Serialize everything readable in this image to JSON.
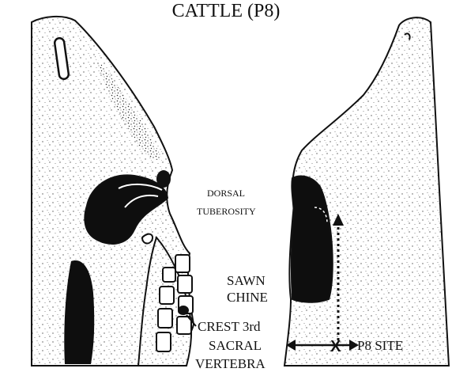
{
  "title": "CATTLE (P8)",
  "labels": {
    "dorsal_tuberosity_line1": "DORSAL",
    "dorsal_tuberosity_line2": "TUBEROSITY",
    "sawn_chine_line1": "SAWN",
    "sawn_chine_line2": "CHINE",
    "crest_line1": "CREST 3rd",
    "crest_line2": "SACRAL",
    "crest_line3": "VERTEBRA",
    "p8_site": "P8 SITE"
  },
  "colors": {
    "ink": "#111111",
    "speckle": "#555555",
    "background": "#ffffff"
  }
}
